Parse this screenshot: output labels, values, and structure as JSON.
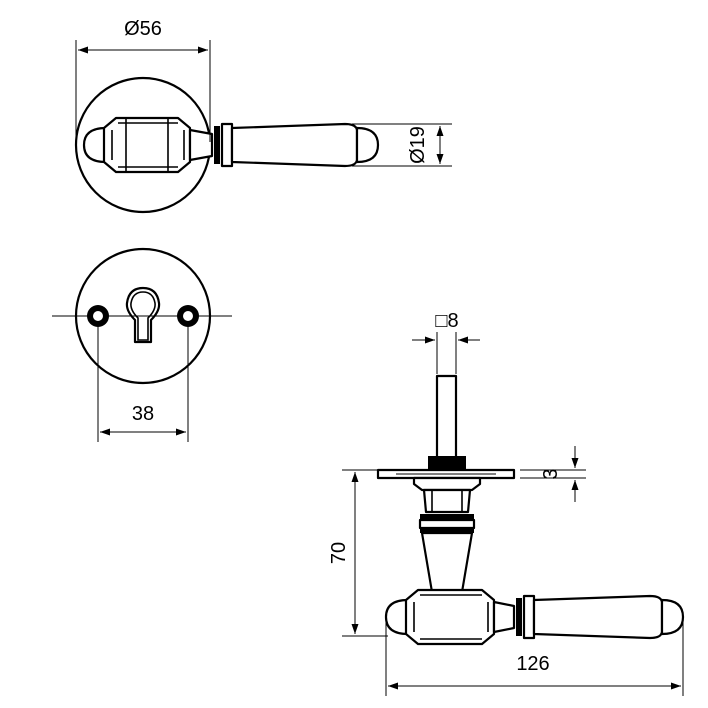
{
  "dimensions": {
    "rose_diameter": "Ø56",
    "lever_diameter": "Ø19",
    "hole_spacing": "38",
    "spindle_square": "□8",
    "rose_thickness": "3",
    "lever_height": "70",
    "lever_length": "126"
  }
}
